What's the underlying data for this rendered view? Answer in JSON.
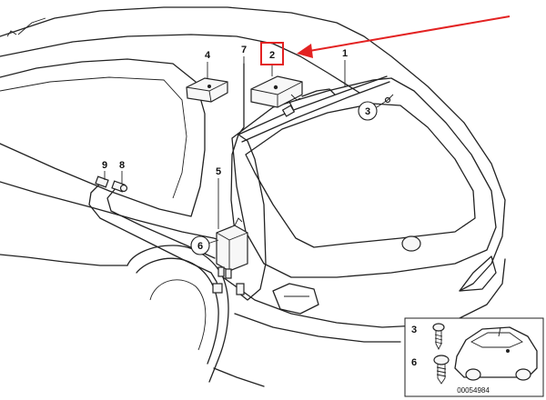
{
  "labels": {
    "p1": "1",
    "p2": "2",
    "p3": "3",
    "p4": "4",
    "p5": "5",
    "p6": "6",
    "p7": "7",
    "p8": "8",
    "p9": "9"
  },
  "inset": {
    "label_top": "3",
    "label_bottom": "6",
    "diagram_number": "00054984"
  },
  "colors": {
    "highlight": "#e32222",
    "ink": "#222222"
  }
}
